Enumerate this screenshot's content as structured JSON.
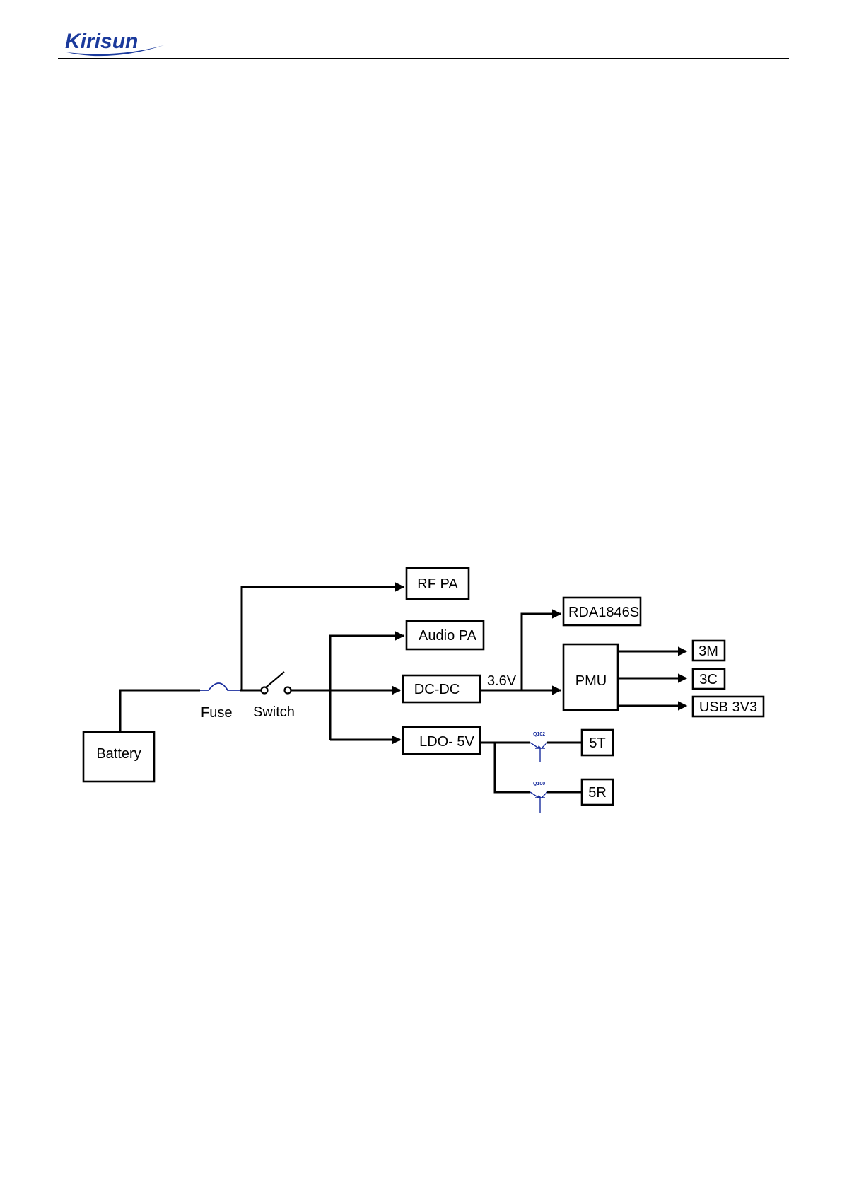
{
  "header": {
    "logo_text": "Kirisun",
    "brand_color": "#1b3a9c"
  },
  "diagram": {
    "blocks": {
      "battery": "Battery",
      "rf_pa": "RF PA",
      "audio_pa": "Audio PA",
      "dcdc": "DC-DC",
      "ldo": "LDO- 5V",
      "rda": "RDA1846S",
      "pmu": "PMU",
      "out_3m": "3M",
      "out_3c": "3C",
      "out_usb": "USB 3V3",
      "out_5t": "5T",
      "out_5r": "5R"
    },
    "labels": {
      "fuse": "Fuse",
      "switch": "Switch",
      "voltage": "3.6V",
      "q102": "Q102",
      "q100": "Q100"
    },
    "line_color": "#000000",
    "transistor_color": "#1b2f9e"
  }
}
